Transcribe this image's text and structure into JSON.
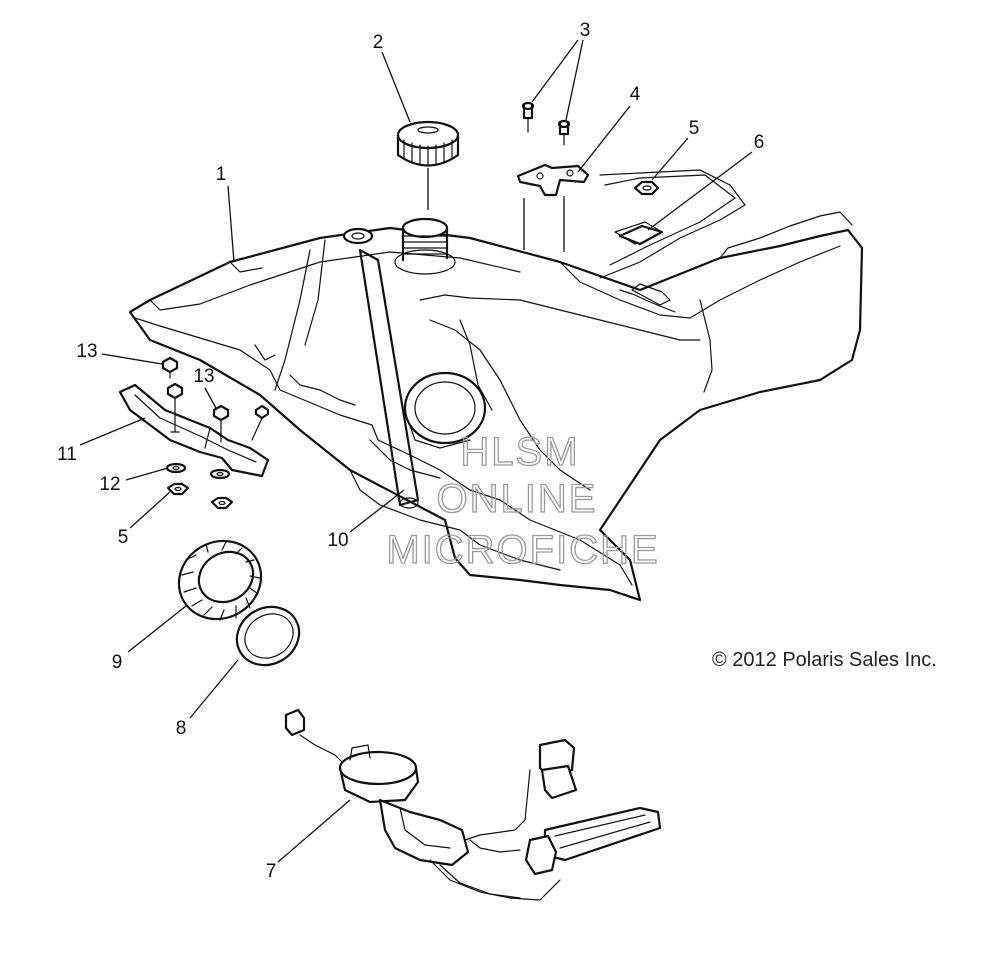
{
  "callouts": [
    {
      "id": "c1",
      "label": "1"
    },
    {
      "id": "c2",
      "label": "2"
    },
    {
      "id": "c3",
      "label": "3"
    },
    {
      "id": "c4",
      "label": "4"
    },
    {
      "id": "c5a",
      "label": "5"
    },
    {
      "id": "c6",
      "label": "6"
    },
    {
      "id": "c13a",
      "label": "13"
    },
    {
      "id": "c13b",
      "label": "13"
    },
    {
      "id": "c11",
      "label": "11"
    },
    {
      "id": "c12",
      "label": "12"
    },
    {
      "id": "c5b",
      "label": "5"
    },
    {
      "id": "c10",
      "label": "10"
    },
    {
      "id": "c9",
      "label": "9"
    },
    {
      "id": "c8",
      "label": "8"
    },
    {
      "id": "c7",
      "label": "7"
    }
  ],
  "watermark": {
    "line1": "HLSM",
    "line2": "ONLINE",
    "line3": "MICROFICHE"
  },
  "copyright": "© 2012 Polaris Sales Inc."
}
